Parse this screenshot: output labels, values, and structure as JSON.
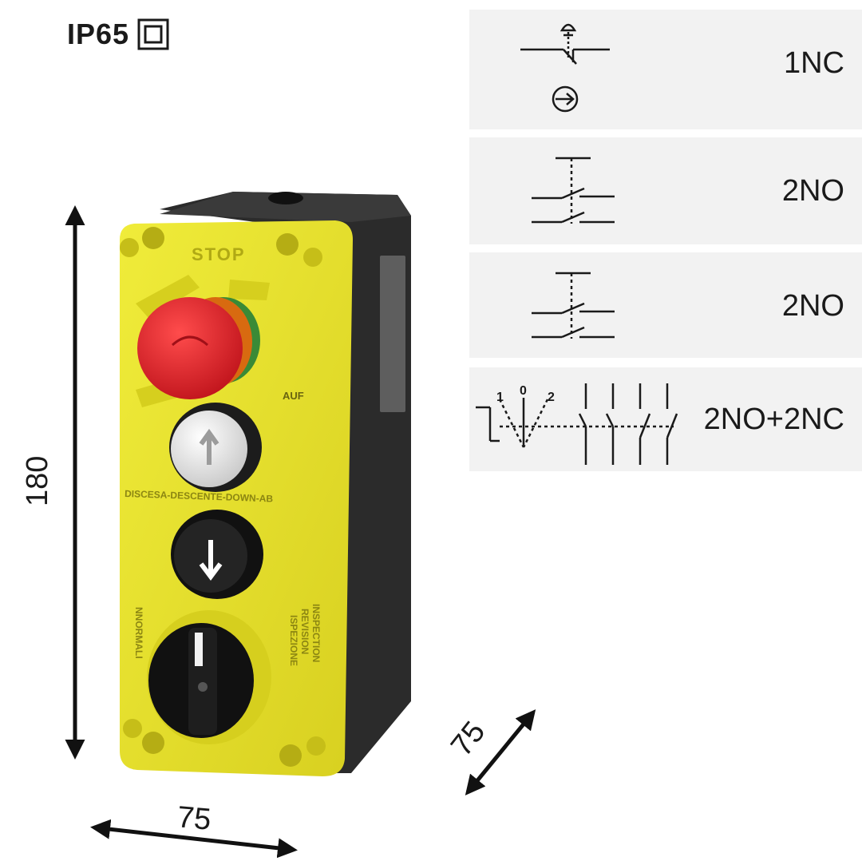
{
  "header": {
    "rating": "IP65",
    "insulation_icon": "double-insulation-square-icon"
  },
  "specs": [
    {
      "symbol": "emergency-stop-nc-symbol",
      "contacts": "1NC"
    },
    {
      "symbol": "pushbutton-2no-symbol",
      "contacts": "2NO"
    },
    {
      "symbol": "pushbutton-2no-symbol",
      "contacts": "2NO"
    },
    {
      "symbol": "selector-3pos-symbol",
      "contacts": "2NO+2NC",
      "positions": [
        "1",
        "0",
        "2"
      ]
    }
  ],
  "product": {
    "stop_label": "STOP",
    "up_label": "AUF",
    "down_label": "DISCESA-DESCENTE-DOWN-AB",
    "normal_label": "NNORMALI",
    "inspection_label_a": "ISPEZIONE",
    "inspection_label_b": "REVISION",
    "inspection_label_c": "INSPECTION"
  },
  "dimensions": {
    "height": "180",
    "width": "75",
    "depth": "75"
  },
  "colors": {
    "housing_yellow": "#e8e22a",
    "housing_black": "#2b2b2b",
    "mushroom_red": "#e0202a",
    "panel_gray": "#f2f2f2"
  }
}
